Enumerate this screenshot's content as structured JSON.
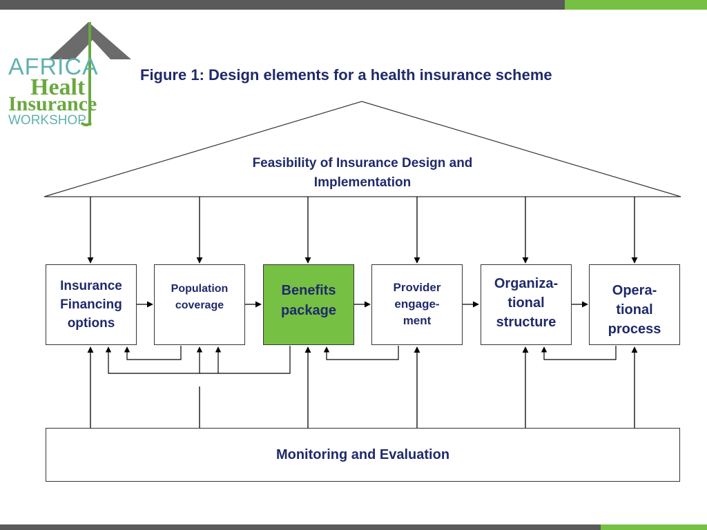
{
  "logo": {
    "line1": "AFRICA",
    "line2": "Healt",
    "line3": "Insurance",
    "line4": "WORKSHOP"
  },
  "title": "Figure 1: Design elements for a health insurance scheme",
  "diagram": {
    "roof_label": "Feasibility of Insurance Design and Implementation",
    "boxes": [
      {
        "label": "Insurance Financing options",
        "highlight": false
      },
      {
        "label": "Population coverage",
        "highlight": false
      },
      {
        "label": "Benefits package",
        "highlight": true
      },
      {
        "label": "Provider engage-ment",
        "highlight": false
      },
      {
        "label": "Organiza-tional structure",
        "highlight": false
      },
      {
        "label": "Opera-tional process",
        "highlight": false
      }
    ],
    "base_label": "Monitoring and Evaluation"
  },
  "colors": {
    "accent_green": "#76c043",
    "title_navy": "#1f2a6b",
    "bar_gray": "#5a5a5a"
  }
}
